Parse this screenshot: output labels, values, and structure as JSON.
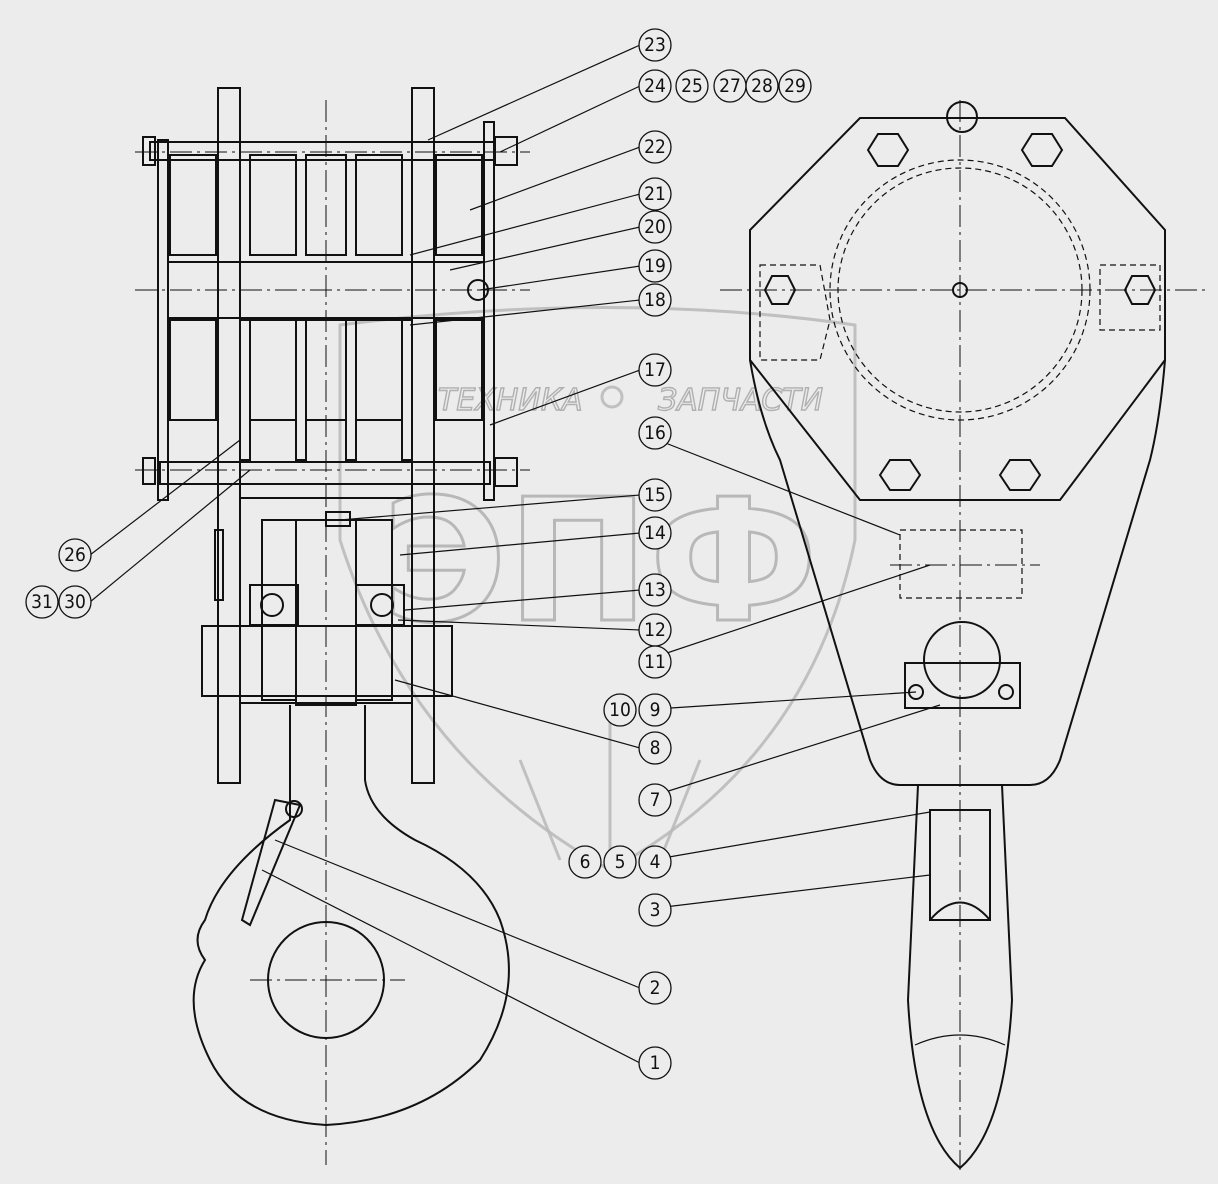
{
  "watermark": {
    "line1_left": "ТЕХНИКА",
    "line1_right": "ЗАПЧАСТИ",
    "logo": "ЭПФ"
  },
  "callouts": [
    "23",
    "24",
    "25",
    "27",
    "28",
    "29",
    "22",
    "21",
    "20",
    "19",
    "18",
    "17",
    "16",
    "15",
    "14",
    "13",
    "12",
    "11",
    "10",
    "9",
    "8",
    "7",
    "6",
    "5",
    "4",
    "3",
    "2",
    "1",
    "26",
    "31",
    "30"
  ]
}
